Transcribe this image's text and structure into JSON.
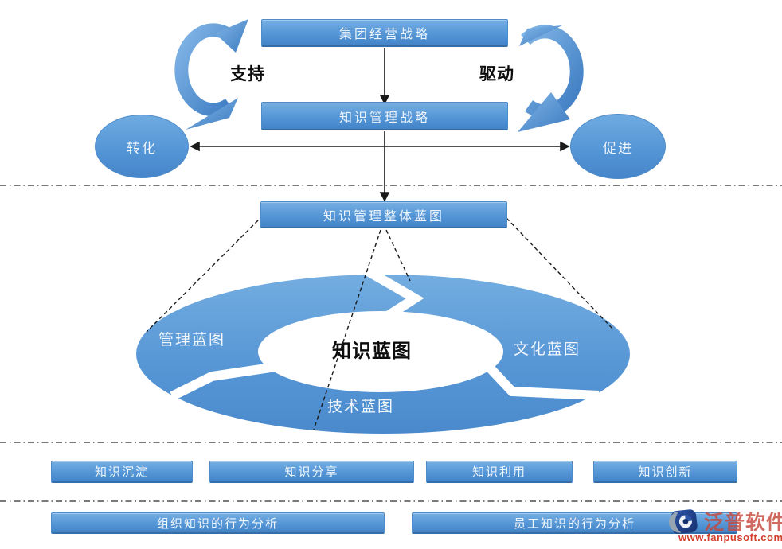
{
  "top_flow": {
    "box_group_strategy": "集团经营战略",
    "box_km_strategy": "知识管理战略",
    "label_support": "支持",
    "label_drive": "驱动",
    "ellipse_transform": "转化",
    "ellipse_promote": "促进"
  },
  "middle": {
    "box_overall_blueprint": "知识管理整体蓝图",
    "ring_center": "知识蓝图",
    "ring_left": "管理蓝图",
    "ring_right": "文化蓝图",
    "ring_bottom": "技术蓝图"
  },
  "bottom": {
    "stage_boxes": [
      "知识沉淀",
      "知识分享",
      "知识利用",
      "知识创新"
    ],
    "analysis_boxes": [
      "组织知识的行为分析",
      "员工知识的行为分析"
    ]
  },
  "watermark": {
    "brand": "泛普软件",
    "url": "www.fanpusoft.com"
  },
  "colors": {
    "primary_blue": "#5b9bd5",
    "box_gradient_top": "#76afe3",
    "box_gradient_bottom": "#4284c8",
    "line_black": "#1a1a1a",
    "watermark_red": "#d2402c"
  }
}
